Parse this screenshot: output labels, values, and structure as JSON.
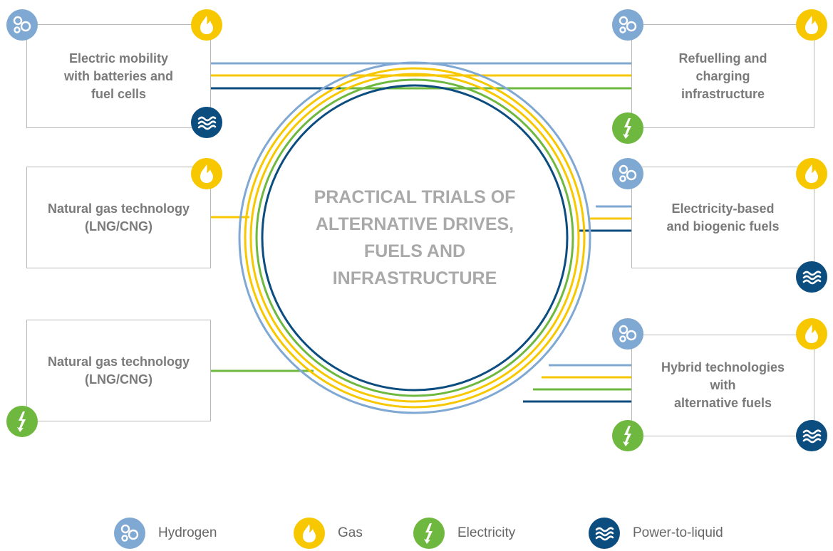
{
  "colors": {
    "hydrogen": "#7fa8d3",
    "gas": "#f7c800",
    "electricity": "#6fb83f",
    "power_to_liquid": "#0c4d80",
    "box_border": "#b8b8b8",
    "box_text": "#7a7a7a",
    "center_text": "#a9a9a9"
  },
  "center": {
    "title": "PRACTICAL TRIALS OF\nALTERNATIVE DRIVES,\nFUELS AND\nINFRASTRUCTURE"
  },
  "boxes": [
    {
      "id": "electric-mobility",
      "text": "Electric mobility\nwith batteries and\nfuel cells",
      "icons": [
        "hydrogen-icon",
        "gas-icon",
        "power-to-liquid-icon"
      ]
    },
    {
      "id": "natural-gas-1",
      "text": "Natural gas technology\n(LNG/CNG)",
      "icons": [
        "gas-icon"
      ]
    },
    {
      "id": "natural-gas-2",
      "text": "Natural gas technology\n(LNG/CNG)",
      "icons": [
        "electricity-icon"
      ]
    },
    {
      "id": "refuelling",
      "text": "Refuelling and\ncharging\ninfrastructure",
      "icons": [
        "hydrogen-icon",
        "gas-icon",
        "electricity-icon"
      ]
    },
    {
      "id": "electricity-based",
      "text": "Electricity-based\nand biogenic fuels",
      "icons": [
        "hydrogen-icon",
        "gas-icon",
        "power-to-liquid-icon"
      ]
    },
    {
      "id": "hybrid",
      "text": "Hybrid technologies\nwith\nalternative fuels",
      "icons": [
        "hydrogen-icon",
        "gas-icon",
        "electricity-icon",
        "power-to-liquid-icon"
      ]
    }
  ],
  "legend": [
    {
      "icon": "hydrogen-icon",
      "label": "Hydrogen"
    },
    {
      "icon": "gas-icon",
      "label": "Gas"
    },
    {
      "icon": "electricity-icon",
      "label": "Electricity"
    },
    {
      "icon": "power-to-liquid-icon",
      "label": "Power-to-liquid"
    }
  ]
}
